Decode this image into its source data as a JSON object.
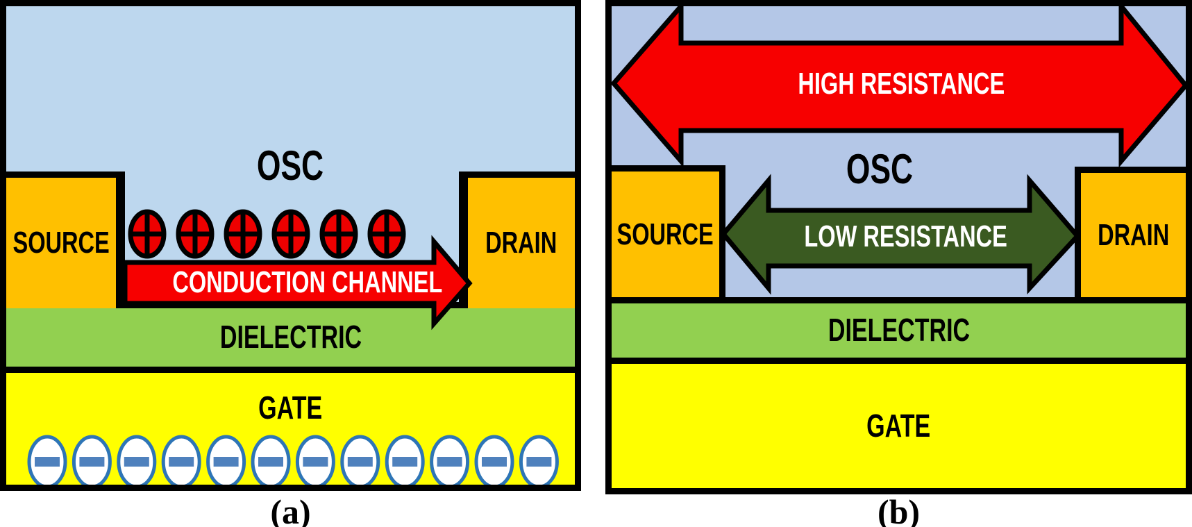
{
  "figure": {
    "panel_a": {
      "caption": "(a)",
      "osc_label": "OSC",
      "source_label": "SOURCE",
      "drain_label": "DRAIN",
      "channel_arrow_label": "CONDUCTION CHANNEL",
      "dielectric_label": "DIELECTRIC",
      "gate_label": "GATE",
      "hole_count": 6,
      "electron_count": 12,
      "hole_symbol": "plus-in-circle",
      "electron_symbol": "minus-in-ellipse"
    },
    "panel_b": {
      "caption": "(b)",
      "osc_label": "OSC",
      "source_label": "SOURCE",
      "drain_label": "DRAIN",
      "high_resistance_label": "HIGH RESISTANCE",
      "low_resistance_label": "LOW RESISTANCE",
      "dielectric_label": "DIELECTRIC",
      "gate_label": "GATE"
    }
  },
  "colors": {
    "background": "#FFFFFF",
    "outline": "#000000",
    "osc_a_fill": "#BDD7EE",
    "osc_b_fill": "#B4C7E7",
    "contact_fill": "#FFC000",
    "dielectric_fill": "#92D050",
    "gate_fill": "#FFFF00",
    "arrow_red": "#F70000",
    "arrow_dark_green": "#3A5A21",
    "hole_fill": "#EE0000",
    "electron_outline": "#2E75B6",
    "electron_bar": "#4F81BD",
    "text_dark": "#000000",
    "text_light": "#FFFFFF"
  }
}
